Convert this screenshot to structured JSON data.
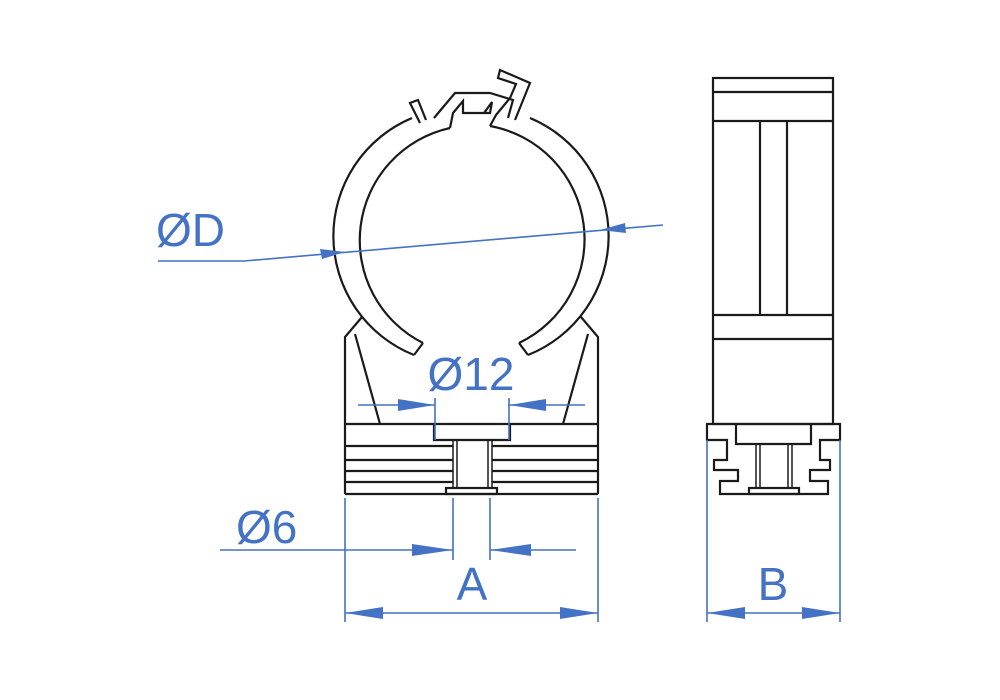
{
  "labels": {
    "outer_diameter": "ØD",
    "hole_diameter": "Ø12",
    "screw_diameter": "Ø6",
    "width_a": "A",
    "width_b": "B"
  },
  "colors": {
    "dimension": "#4472c4",
    "outline": "#1a1a1a"
  }
}
